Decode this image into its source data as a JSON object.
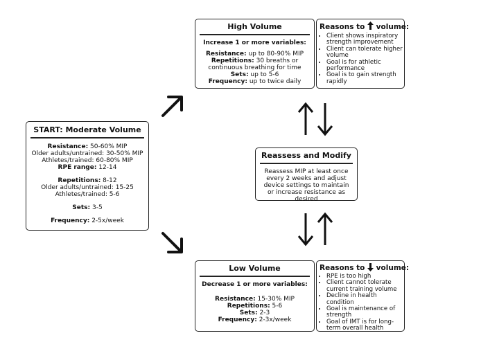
{
  "start": {
    "title": "START: Moderate Volume",
    "resistance_label": "Resistance:",
    "resistance_value": " 50-60% MIP",
    "older_adults": "Older adults/untrained: 30-50% MIP",
    "athletes": "Athletes/trained: 60-80% MIP",
    "rpe_label": "RPE range:",
    "rpe_value": " 12-14",
    "repetitions_label": "Repetitions:",
    "repetitions_value": " 8-12",
    "reps_older": "Older adults/untrained: 15-25",
    "reps_athletes": "Athletes/trained: 5-6",
    "sets_label": "Sets:",
    "sets_value": " 3-5",
    "frequency_label": "Frequency:",
    "frequency_value": " 2-5x/week"
  },
  "high": {
    "title": "High Volume",
    "intro": "Increase 1 or more variables:",
    "resistance_label": "Resistance:",
    "resistance_value": " up to 80-90% MIP",
    "repetitions_label": "Repetitions:",
    "repetitions_value": " 30 breaths or",
    "repetitions_cont": "continuous breathing for time",
    "sets_label": "Sets:",
    "sets_value": " up to 5-6",
    "frequency_label": "Frequency:",
    "frequency_value": " up to twice daily"
  },
  "increase_reasons": {
    "title_pre": "Reasons to ",
    "title_post": " volume:",
    "arrow": "up",
    "items": [
      "Client shows inspiratory strength improvement",
      "Client can tolerate higher volume",
      "Goal is for athletic performance",
      "Goal is to gain strength rapidly"
    ]
  },
  "reassess": {
    "title": "Reassess and Modify",
    "body": "Reassess MIP at least once every 2 weeks and adjust device settings to maintain or increase resistance as desired"
  },
  "low": {
    "title": "Low Volume",
    "intro": "Decrease 1 or more variables:",
    "resistance_label": "Resistance:",
    "resistance_value": " 15-30% MIP",
    "repetitions_label": "Repetitions:",
    "repetitions_value": " 5-6",
    "sets_label": "Sets:",
    "sets_value": " 2-3",
    "frequency_label": "Frequency:",
    "frequency_value": " 2-3x/week"
  },
  "decrease_reasons": {
    "title_pre": "Reasons to ",
    "title_post": " volume:",
    "arrow": "down",
    "items": [
      "RPE  is too high",
      "Client cannot tolerate current training volume",
      "Decline in health condition",
      "Goal is maintenance of strength",
      "Goal of IMT is for long-term overall health"
    ]
  }
}
